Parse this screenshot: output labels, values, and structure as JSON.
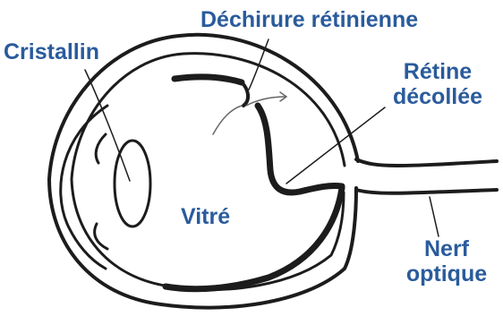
{
  "labels": {
    "cristallin": "Cristallin",
    "dechirure": "Déchirure rétinienne",
    "retine_line1": "Rétine",
    "retine_line2": "décollée",
    "vitre": "Vitré",
    "nerf_line1": "Nerf",
    "nerf_line2": "optique"
  },
  "colors": {
    "label": "#2a5b9c",
    "ink": "#1c1c1c"
  }
}
